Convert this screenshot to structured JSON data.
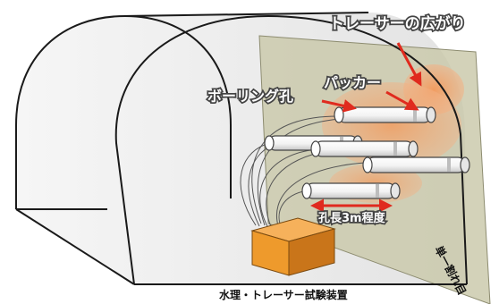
{
  "labels": {
    "tracer_spread": "トレーサーの広がり",
    "packer": "パッカー",
    "borehole": "ボーリング孔",
    "hole_length": "孔長3m程度",
    "fracture": "単一割れ目",
    "test_device": "水理・トレーサー試験装置"
  },
  "colors": {
    "fracture_plane": "#c9c8aa",
    "tracer": "#f1a36f",
    "arrow": "#e02a1e",
    "device_top": "#f6b15b",
    "device_front": "#ee9a2c",
    "device_side": "#c9751a",
    "tunnel_line": "#1a1a1a"
  },
  "icons": {
    "arrow": "red-arrow-icon",
    "device": "test-device-box-icon"
  }
}
